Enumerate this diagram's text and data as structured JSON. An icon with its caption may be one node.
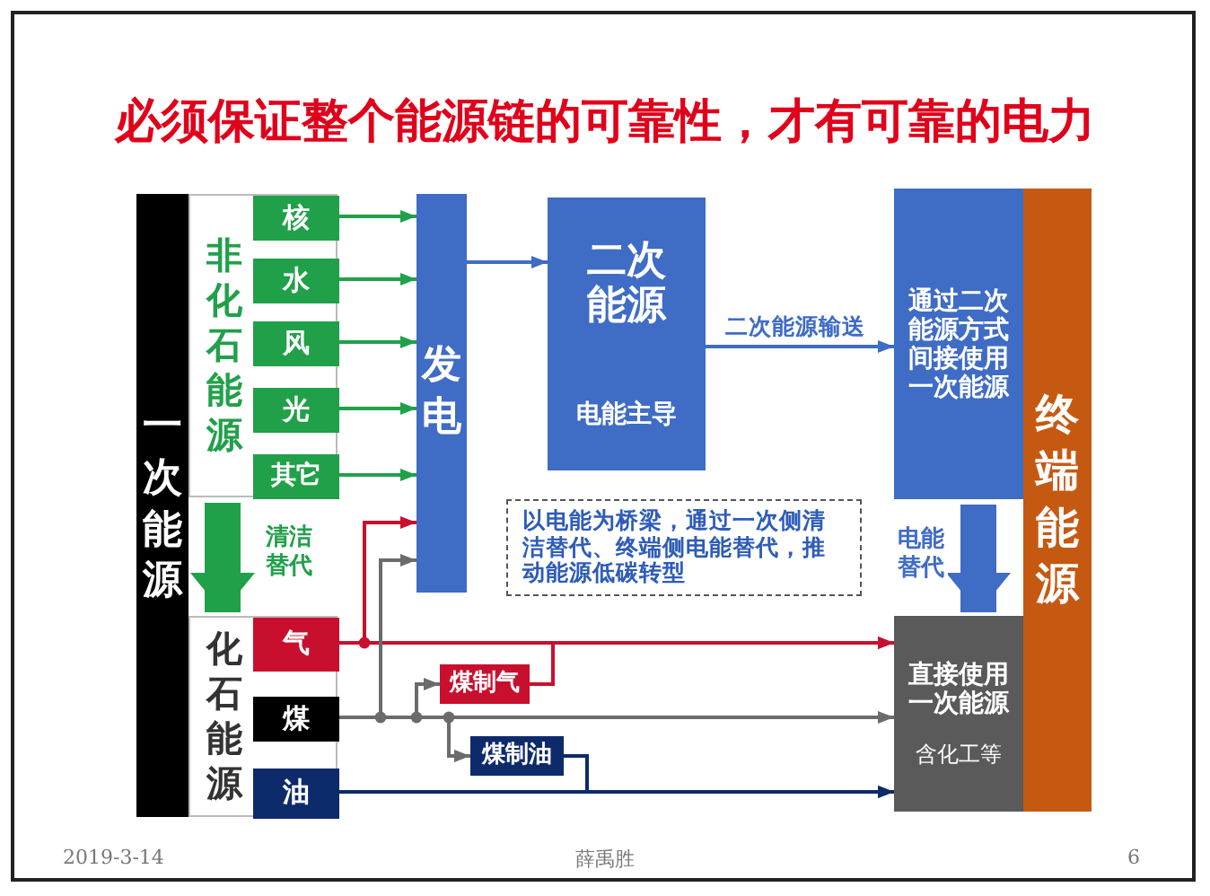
{
  "diagram": {
    "title": "必须保证整个能源链的可靠性，才有可靠的电力",
    "nodes": [
      {
        "text": [
          "一次能源"
        ]
      },
      {
        "text": [
          "非化石能源"
        ]
      },
      {
        "text": [
          "核"
        ],
        "in": 1
      },
      {
        "text": [
          "水"
        ],
        "in": 1
      },
      {
        "text": [
          "风"
        ],
        "in": 1
      },
      {
        "text": [
          "光"
        ],
        "in": 1
      },
      {
        "text": [
          "其它"
        ],
        "in": 1
      },
      {
        "text": [
          "化石能源"
        ]
      },
      {
        "text": [
          "气"
        ],
        "in": 7
      },
      {
        "text": [
          "煤"
        ],
        "in": 7
      },
      {
        "text": [
          "油"
        ],
        "in": 7
      },
      {
        "text": [
          "发电"
        ]
      },
      {
        "text": [
          "二次能源",
          "电能主导"
        ]
      },
      {
        "text": [
          "煤制气"
        ]
      },
      {
        "text": [
          "煤制油"
        ]
      },
      {
        "text": [
          "以电能为桥梁，通过一次侧清洁替代、终端侧电能替代，推动能源低碳转型"
        ]
      },
      {
        "text": [
          "通过二次能源方式间接使用一次能源"
        ]
      },
      {
        "text": [
          "直接使用一次能源",
          "含化工等"
        ]
      },
      {
        "text": [
          "终端能源"
        ]
      }
    ],
    "edges": [
      {
        "from": 2,
        "to": 11,
        "arrow": "to",
        "color": "#21a04a"
      },
      {
        "from": 3,
        "to": 11,
        "arrow": "to",
        "color": "#21a04a"
      },
      {
        "from": 4,
        "to": 11,
        "arrow": "to",
        "color": "#21a04a"
      },
      {
        "from": 5,
        "to": 11,
        "arrow": "to",
        "color": "#21a04a"
      },
      {
        "from": 6,
        "to": 11,
        "arrow": "to",
        "color": "#21a04a"
      },
      {
        "from": 11,
        "to": 12,
        "arrow": "to",
        "color": "#3f6cc4"
      },
      {
        "from": 12,
        "to": 16,
        "arrow": "to",
        "color": "#3f6cc4",
        "label": "二次能源输送"
      },
      {
        "from": 8,
        "to": 11,
        "arrow": "to",
        "color": "#c8102e"
      },
      {
        "from": 8,
        "to": 17,
        "arrow": "to",
        "color": "#c8102e"
      },
      {
        "from": 9,
        "to": 11,
        "arrow": "to",
        "color": "#6b6b6b"
      },
      {
        "from": 9,
        "to": 13,
        "arrow": "to",
        "color": "#6b6b6b"
      },
      {
        "from": 9,
        "to": 14,
        "arrow": "to",
        "color": "#6b6b6b"
      },
      {
        "from": 9,
        "to": 17,
        "arrow": "to",
        "color": "#6b6b6b"
      },
      {
        "from": 13,
        "to": 17,
        "arrow": "to",
        "color": "#c8102e"
      },
      {
        "from": 14,
        "to": 17,
        "arrow": "to",
        "color": "#0d2a6b"
      },
      {
        "from": 10,
        "to": 17,
        "arrow": "to",
        "color": "#0d2a6b"
      },
      {
        "from": 1,
        "to": 7,
        "arrow": "to",
        "style": "thick",
        "color": "#21a04a",
        "label": "清洁替代"
      },
      {
        "from": 16,
        "to": 17,
        "arrow": "to",
        "style": "thick",
        "color": "#3f6cc4",
        "label": "电能替代"
      }
    ],
    "labels": [
      "2019-3-14",
      "薛禹胜",
      "6"
    ]
  }
}
